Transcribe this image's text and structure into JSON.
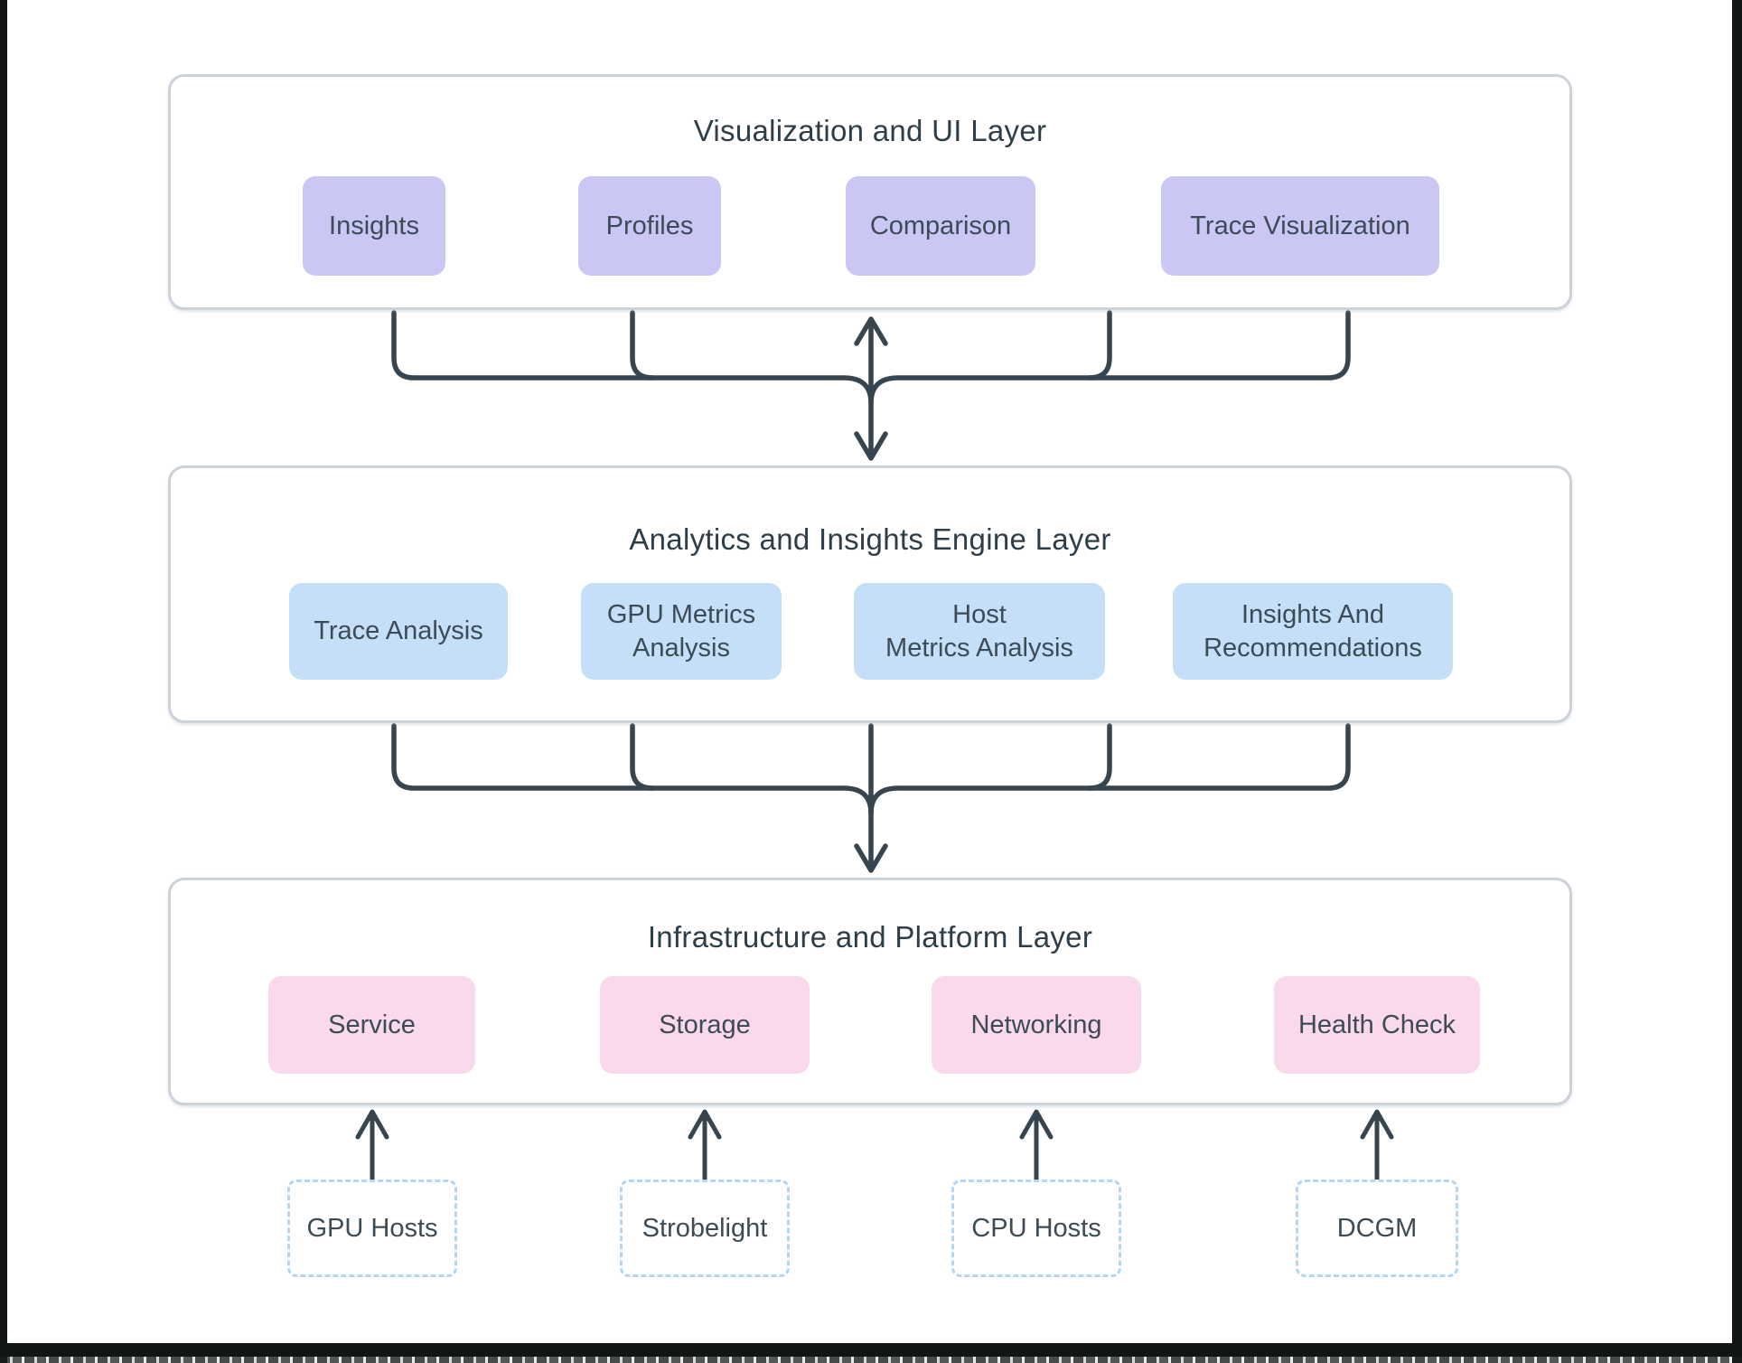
{
  "diagram": {
    "layers": [
      {
        "title": "Visualization and UI Layer",
        "nodes": [
          "Insights",
          "Profiles",
          "Comparison",
          "Trace Visualization"
        ]
      },
      {
        "title": "Analytics and Insights Engine Layer",
        "nodes": [
          "Trace Analysis",
          "GPU Metrics\nAnalysis",
          "Host\nMetrics Analysis",
          "Insights And\nRecommendations"
        ]
      },
      {
        "title": "Infrastructure and Platform Layer",
        "nodes": [
          "Service",
          "Storage",
          "Networking",
          "Health Check"
        ]
      }
    ],
    "sources": [
      "GPU Hosts",
      "Strobelight",
      "CPU Hosts",
      "DCGM"
    ],
    "colors": {
      "ui_layer_node_fill": "#cbc7f4",
      "analytics_layer_node_fill": "#c4dff7",
      "infrastructure_layer_node_fill": "#fbd9ec",
      "source_box_border": "#b2d6f3",
      "connector_line": "#36454f",
      "container_border": "#ccd2da",
      "text": "#3c4b55"
    }
  }
}
